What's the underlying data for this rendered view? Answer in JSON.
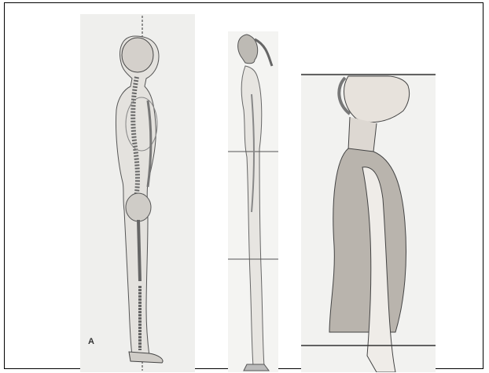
{
  "figures": [
    {
      "id": "skeleton-side-view",
      "label": "A"
    },
    {
      "id": "standing-woman-sketch"
    },
    {
      "id": "torso-posture-sketch"
    }
  ]
}
